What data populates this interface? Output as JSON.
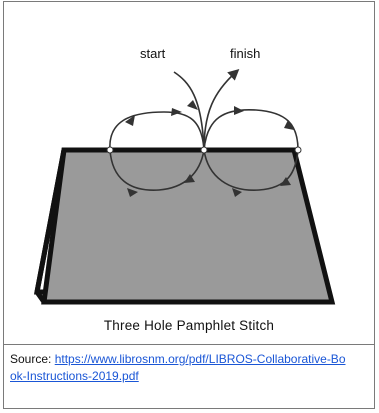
{
  "figure": {
    "label_start": "start",
    "label_finish": "finish",
    "caption": "Three Hole Pamphlet Stitch"
  },
  "source": {
    "prefix": "Source: ",
    "link_text": "https://www.librosnm.org/pdf/LIBROS-Collaborative-Book-Instructions-2019.pdf"
  },
  "colors": {
    "paper_fill": "#9a9a9a",
    "outline": "#111111",
    "thread": "#333333",
    "link": "#1a56d6"
  }
}
